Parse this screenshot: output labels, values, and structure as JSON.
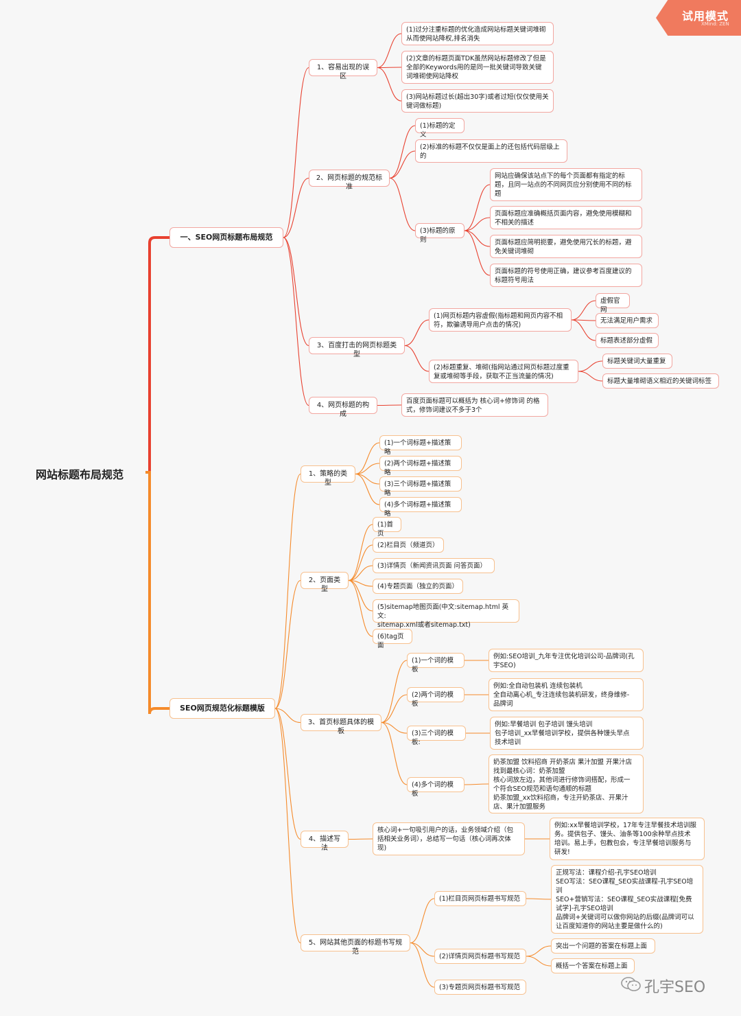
{
  "root": {
    "label": "网站标题布局规范"
  },
  "trial": {
    "label": "试用模式",
    "brand": "XMind: ZEN"
  },
  "watermark": {
    "label": "孔宇SEO",
    "icon": "wechat-icon"
  },
  "colors": {
    "branch1": "#e8402f",
    "branch2": "#f58a2a",
    "border1": "#f2a6a0",
    "border2": "#f7c08e",
    "badge": "#f07a5e"
  },
  "nodes": {
    "b1": "一、SEO网页标题布局规范",
    "b1_1": "1、容易出现的误区",
    "b1_1_1": "(1)过分注重标题的优化造成网站标题关键词堆砌\n从而使网站降权,排名消失",
    "b1_1_2": "(2)文章的标题页面TDK虽然网站标题修改了但是\n全部的Keywords用的是同一批关键词导致关键\n词堆砌使网站降权",
    "b1_1_3": "(3)网站标题过长(超出30字)或者过短(仅仅使用关\n键词做标题)",
    "b1_2": "2、网页标题的规范标准",
    "b1_2_1": "(1)标题的定义",
    "b1_2_2": "(2)标准的标题不仅仅是面上的还包括代码层级上\n的",
    "b1_2_3": "(3)标题的原则",
    "b1_2_3_1": "网站应确保该站点下的每个页面都有指定的标\n题，且同一站点的不同网页应分别使用不同的标\n题",
    "b1_2_3_2": "页面标题应准确概括页面内容，避免使用模糊和\n不相关的描述",
    "b1_2_3_3": "页面标题应简明扼要，避免使用冗长的标题，避\n免关键词堆砌",
    "b1_2_3_4": "页面标题的符号使用正确，建议参考百度建议的\n标题符号用法",
    "b1_3": "3、百度打击的网页标题类型",
    "b1_3_1": "(1)网页标题内容虚假(指标题和网页内容不相\n符，欺骗诱导用户点击的情况)",
    "b1_3_1_1": "虚假官网",
    "b1_3_1_2": "无法满足用户需求",
    "b1_3_1_3": "标题表述部分虚假",
    "b1_3_2": "(2)标题重复、堆砌(指网站通过网页标题过度重\n复或堆砌等手段，获取不正当流量的情况)",
    "b1_3_2_1": "标题关键词大量重复",
    "b1_3_2_2": "标题大量堆砌语义相近的关键词标签",
    "b1_4": "4、网页标题的构成",
    "b1_4_1": "百度页面标题可以概括为 核心词+修饰词 的格\n式，修饰词建议不多于3个",
    "b2": "SEO网页规范化标题模版",
    "b2_1": "1、策略的类型",
    "b2_1_1": "(1)一个词标题+描述策略",
    "b2_1_2": "(2)两个词标题+描述策略",
    "b2_1_3": "(3)三个词标题+描述策略",
    "b2_1_4": "(4)多个词标题+描述策略",
    "b2_2": "2、页面类型",
    "b2_2_1": "(1)首页",
    "b2_2_2": "(2)栏目页（频道页）",
    "b2_2_3": "(3)详情页（新闻资讯页面 问答页面）",
    "b2_2_4": "(4)专题页面（独立的页面）",
    "b2_2_5": "(5)sitemap地图页面(中文:sitemap.html  英文:\nsitemap.xml或者sitemap.txt)",
    "b2_2_6": "(6)tag页面",
    "b2_3": "3、首页标题具体的模板",
    "b2_3_1": "(1)一个词的模板",
    "b2_3_1_1": "例如:SEO培训_九年专注优化培训公司-品牌词(孔\n宇SEO)",
    "b2_3_2": "(2)两个词的模板",
    "b2_3_2_1": "例如:全自动包装机 连续包装机\n全自动离心机_专注连续包装机研发，终身维修-\n品牌词",
    "b2_3_3": "(3)三个词的模板:",
    "b2_3_3_1": "例如:早餐培训 包子培训 馒头培训\n包子培训_xx早餐培训学校，提供各种馒头早点\n技术培训",
    "b2_3_4": "(4)多个词的模板",
    "b2_3_4_1": "奶茶加盟 饮料招商 开奶茶店 果汁加盟 开果汁店\n找到最核心词：奶茶加盟\n核心词放左边，其他词进行修饰词搭配，形成一\n个符合SEO规范和语句通顺的标题\n奶茶加盟_xx饮料招商，专注开奶茶店、开果汁\n店、果汁加盟服务",
    "b2_4": "4、描述写法",
    "b2_4_1": "核心词+一句吸引用户的话，业务领域介绍（包\n括相关业务词），总结写一句话（核心词再次体\n现)",
    "b2_4_1_1": "例如:xx早餐培训学校，17年专注早餐技术培训服\n务。提供包子、馒头、油条等100余种早点技术\n培训。易上手，包教包会，专注早餐培训服务与\n研发!",
    "b2_5": "5、网站其他页面的标题书写规范",
    "b2_5_1": "(1)栏目页网页标题书写规范",
    "b2_5_1_1": "正规写法：课程介绍-孔宇SEO培训\nSEO写法：SEO课程_SEO实战课程-孔宇SEO培\n训\nSEO+营销写法：SEO课程_SEO实战课程[免费\n试学]-孔宇SEO培训\n品牌词+关键词可以做你网站的后缀(品牌词可以\n让百度知道你的网站主要是做什么的)",
    "b2_5_2": "(2)详情页网页标题书写规范",
    "b2_5_2_1": "突出一个问题的答案在标题上面",
    "b2_5_2_2": "概括一个答案在标题上面",
    "b2_5_3": "(3)专题页网页标题书写规范"
  }
}
